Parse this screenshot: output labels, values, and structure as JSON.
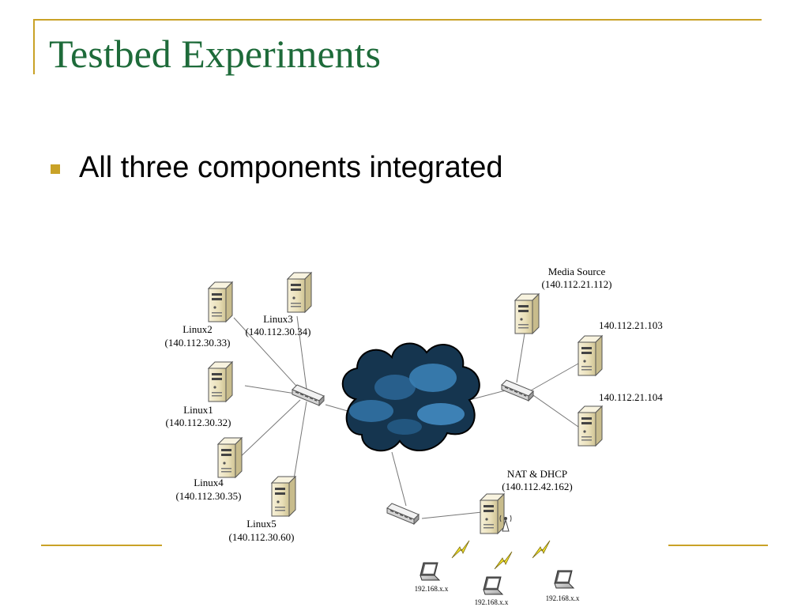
{
  "slide": {
    "title": "Testbed Experiments",
    "bullet": "All three components integrated"
  },
  "colors": {
    "accent": "#c9a227",
    "title": "#1e6b3a",
    "cloud": "#1d4a6b",
    "server_body": "#efe6c4"
  },
  "nodes": {
    "linux2": {
      "name": "Linux2",
      "ip": "(140.112.30.33)"
    },
    "linux3": {
      "name": "Linux3",
      "ip": "(140.112.30.34)"
    },
    "linux1": {
      "name": "Linux1",
      "ip": "(140.112.30.32)"
    },
    "linux4": {
      "name": "Linux4",
      "ip": "(140.112.30.35)"
    },
    "linux5": {
      "name": "Linux5",
      "ip": "(140.112.30.60)"
    },
    "media": {
      "name": "Media Source",
      "ip": "(140.112.21.112)"
    },
    "srv103": {
      "ip": "140.112.21.103"
    },
    "srv104": {
      "ip": "140.112.21.104"
    },
    "nat": {
      "name": "NAT & DHCP",
      "ip": "(140.112.42.162)"
    },
    "laptop1": {
      "ip": "192.168.x.x"
    },
    "laptop2": {
      "ip": "192.168.x.x"
    },
    "laptop3": {
      "ip": "192.168.x.x"
    }
  }
}
